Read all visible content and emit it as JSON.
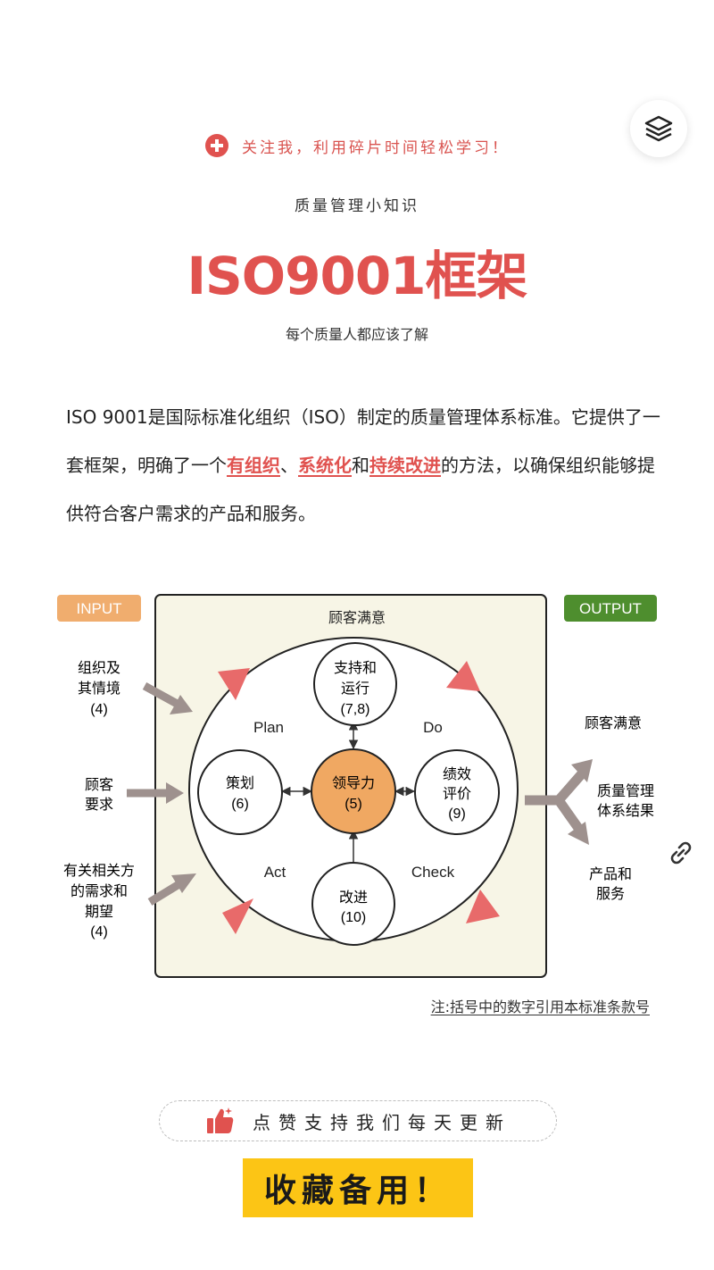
{
  "header": {
    "follow_text": "关注我，利用碎片时间轻松学习！",
    "subtitle": "质量管理小知识",
    "title": "ISO9001框架",
    "tagline": "每个质量人都应该了解"
  },
  "intro": {
    "part1": "ISO 9001是国际标准化组织（ISO）制定的质量管理体系标准。它提供了一套框架，明确了一个",
    "hl1": "有组织",
    "sep1": "、",
    "hl2": "系统化",
    "sep2": "和",
    "hl3": "持续改进",
    "part2": "的方法，以确保组织能够提供符合客户需求的产品和服务。"
  },
  "diagram": {
    "input_label": "INPUT",
    "output_label": "OUTPUT",
    "top_label": "顾客满意",
    "inputs": [
      {
        "lines": [
          "组织及",
          "其情境",
          "(4)"
        ]
      },
      {
        "lines": [
          "顾客",
          "要求"
        ]
      },
      {
        "lines": [
          "有关相关方",
          "的需求和",
          "期望",
          "(4)"
        ]
      }
    ],
    "outputs": [
      {
        "lines": [
          "顾客满意"
        ]
      },
      {
        "lines": [
          "质量管理",
          "体系结果"
        ]
      },
      {
        "lines": [
          "产品和",
          "服务"
        ]
      }
    ],
    "phases": {
      "plan": "Plan",
      "do": "Do",
      "act": "Act",
      "check": "Check"
    },
    "nodes": {
      "center": [
        "领导力",
        "(5)"
      ],
      "top": [
        "支持和",
        "运行",
        "(7,8)"
      ],
      "left": [
        "策划",
        "(6)"
      ],
      "right": [
        "绩效",
        "评价",
        "(9)"
      ],
      "bottom": [
        "改进",
        "(10)"
      ]
    },
    "colors": {
      "input": "#f0ad6e",
      "output": "#4e8e2e",
      "center": "#f0a862",
      "arrow": "#e86a6a",
      "panel": "#f7f5e6",
      "flow": "#9e918e"
    }
  },
  "note": "注:括号中的数字引用本标准条款号",
  "footer": {
    "like_text": "点赞支持我们每天更新",
    "collect_text": "收藏备用！"
  }
}
